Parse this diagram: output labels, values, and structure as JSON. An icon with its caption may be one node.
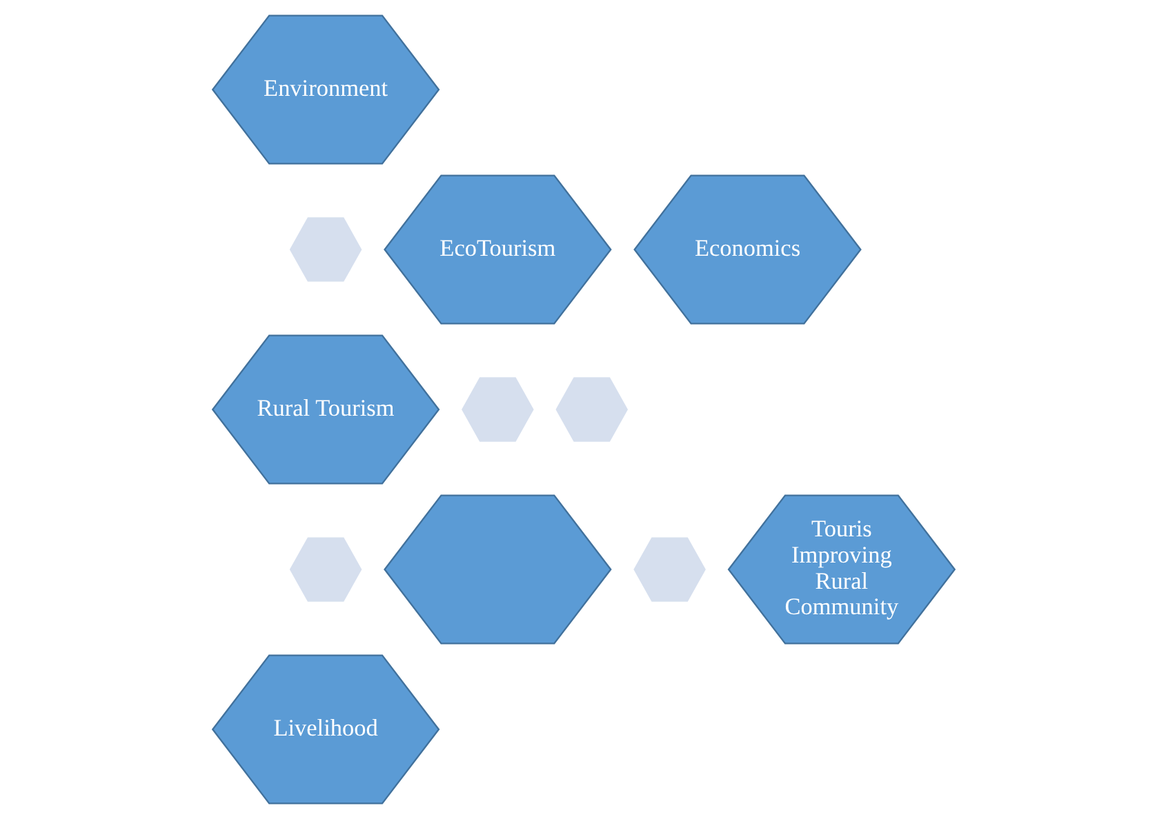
{
  "diagram": {
    "nodes": [
      {
        "text": [
          "Environment"
        ]
      },
      {
        "text": [],
        "shape": "hexagon"
      },
      {
        "text": [
          "Economics"
        ]
      },
      {
        "text": [
          "EcoTourism"
        ]
      },
      {
        "text": [
          "Rural Tourism"
        ]
      },
      {
        "text": [],
        "shape": "hexagon"
      },
      {
        "text": [],
        "shape": "hexagon"
      },
      {
        "text": [
          "Touris Improving Rural Community"
        ]
      },
      {
        "text": [],
        "shape": "hexagon"
      },
      {
        "text": [],
        "shape": "hexagon"
      },
      {
        "text": [],
        "shape": "hexagon"
      },
      {
        "text": [
          "Livelihood"
        ]
      }
    ]
  }
}
